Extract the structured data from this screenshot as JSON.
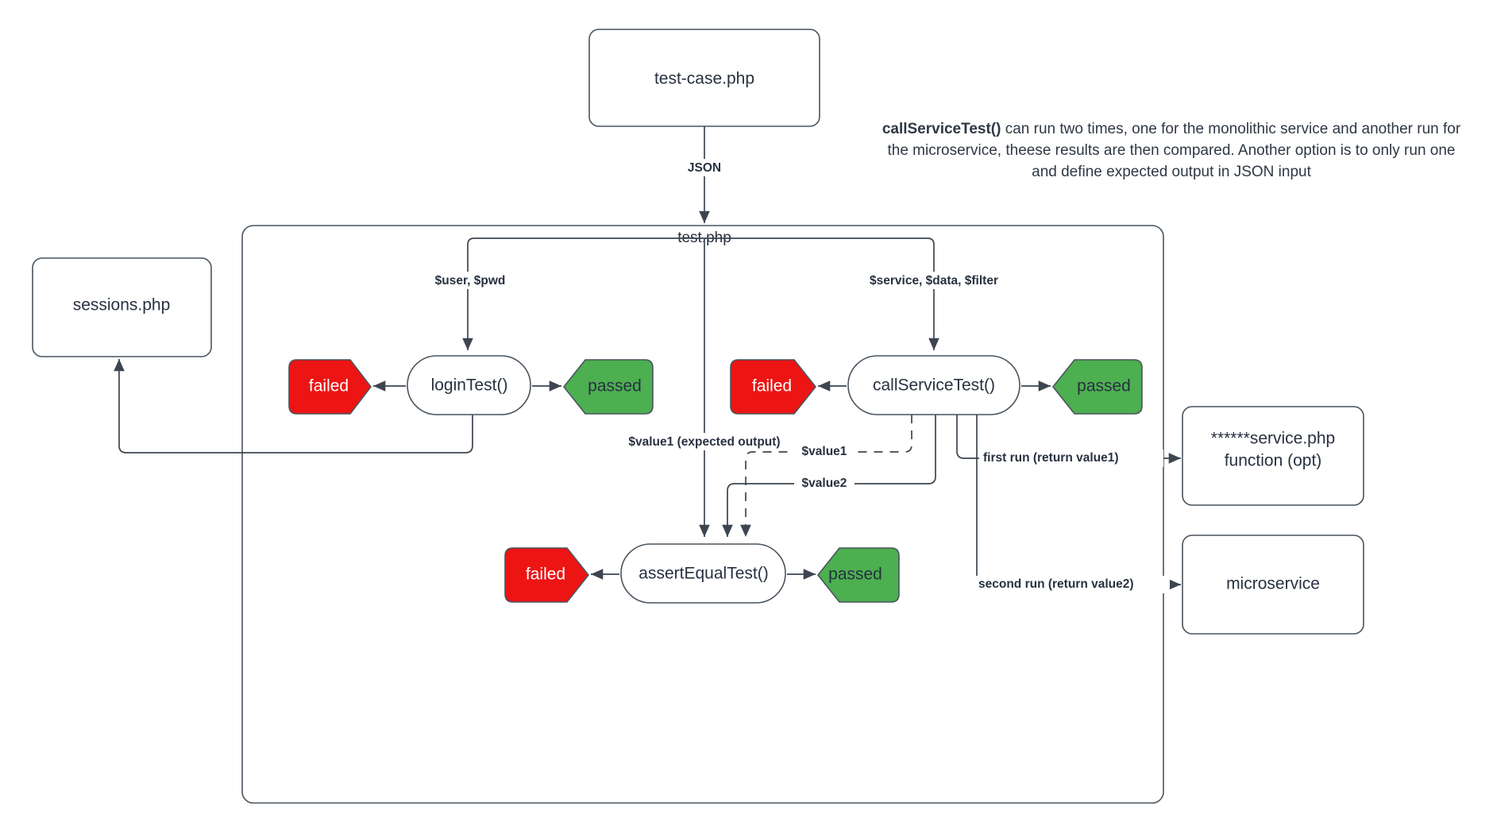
{
  "diagram": {
    "title": "test.php flow",
    "colors": {
      "failed": "#ed1414",
      "passed": "#4caf50",
      "stroke": "#49545f",
      "text": "#283140",
      "background": "#ffffff"
    },
    "nodes": {
      "test_case": "test-case.php",
      "sessions": "sessions.php",
      "container": "test.php",
      "login_test": "loginTest()",
      "call_service_test": "callServiceTest()",
      "assert_equal_test": "assertEqualTest()",
      "service_php_line1": "******service.php",
      "service_php_line2": "function (opt)",
      "microservice": "microservice",
      "failed_login": "failed",
      "passed_login": "passed",
      "failed_call": "failed",
      "passed_call": "passed",
      "failed_assert": "failed",
      "passed_assert": "passed"
    },
    "edges": {
      "json": "JSON",
      "user_pwd": "$user, $pwd",
      "service_data_filter": "$service, $data, $filter",
      "value1_expected": "$value1 (expected output)",
      "value1": "$value1",
      "value2": "$value2",
      "first_run": "first run (return value1)",
      "second_run": "second run (return value2)"
    },
    "note": {
      "bold_lead": "callServiceTest()",
      "rest": " can run two times, one for the monolithic service and another run for the microservice, theese results are then compared. Another option is to only run one and define expected output in JSON input"
    }
  }
}
